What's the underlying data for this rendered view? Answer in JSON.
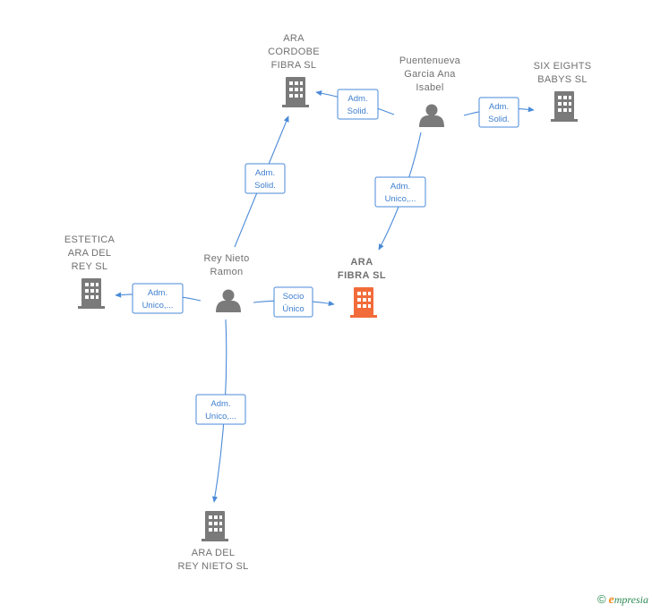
{
  "nodes": {
    "ara_cordobe": {
      "lines": [
        "ARA",
        "CORDOBE",
        "FIBRA  SL"
      ],
      "type": "company"
    },
    "puentenueva": {
      "lines": [
        "Puentenueva",
        "Garcia Ana",
        "Isabel"
      ],
      "type": "person"
    },
    "six_eights": {
      "lines": [
        "SIX EIGHTS",
        "BABYS SL"
      ],
      "type": "company"
    },
    "estetica": {
      "lines": [
        "ESTETICA",
        "ARA DEL",
        "REY  SL"
      ],
      "type": "company"
    },
    "rey_nieto": {
      "lines": [
        "Rey Nieto",
        "Ramon"
      ],
      "type": "person"
    },
    "ara_fibra": {
      "lines": [
        "ARA",
        "FIBRA  SL"
      ],
      "type": "company-main"
    },
    "ara_del_rey": {
      "lines": [
        "ARA DEL",
        "REY NIETO  SL"
      ],
      "type": "company"
    }
  },
  "edges": [
    {
      "id": "e1",
      "lines": [
        "Adm.",
        "Solid."
      ]
    },
    {
      "id": "e2",
      "lines": [
        "Adm.",
        "Solid."
      ]
    },
    {
      "id": "e3",
      "lines": [
        "Adm.",
        "Unico,..."
      ]
    },
    {
      "id": "e4",
      "lines": [
        "Adm.",
        "Solid."
      ]
    },
    {
      "id": "e5",
      "lines": [
        "Adm.",
        "Unico,..."
      ]
    },
    {
      "id": "e6",
      "lines": [
        "Socio",
        "Único"
      ]
    },
    {
      "id": "e7",
      "lines": [
        "Adm.",
        "Unico,..."
      ]
    }
  ],
  "colors": {
    "edge": "#4a8ad8",
    "company": "#7a7a7a",
    "main_company": "#f26b3a",
    "person": "#7a7a7a"
  },
  "icons": {
    "company": "building-icon",
    "person": "person-icon"
  },
  "brand": {
    "copyright": "©",
    "first_letter": "e",
    "rest": "mpresia"
  }
}
